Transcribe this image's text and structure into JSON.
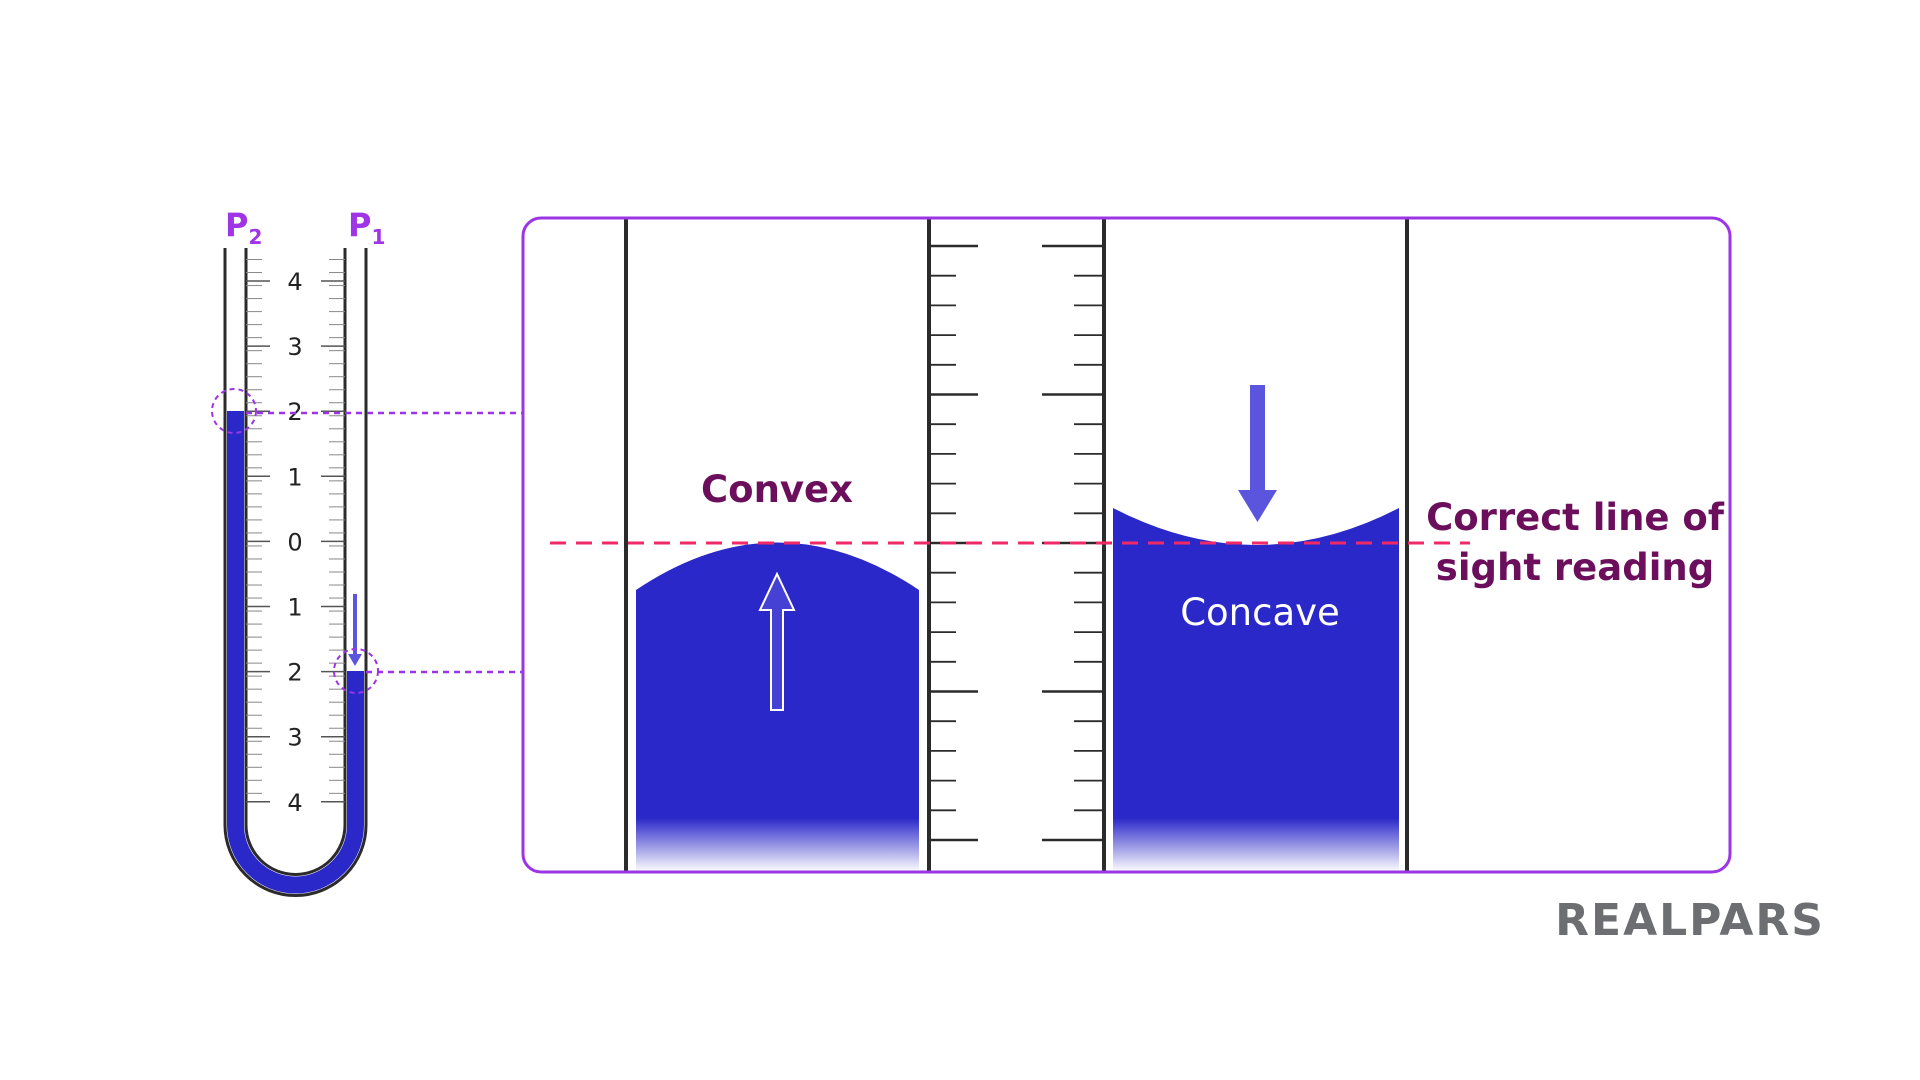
{
  "manometer": {
    "label_left_main": "P",
    "label_left_sub": "2",
    "label_right_main": "P",
    "label_right_sub": "1",
    "scale_labels": [
      "4",
      "3",
      "2",
      "1",
      "0",
      "1",
      "2",
      "3",
      "4"
    ],
    "left_column_level": 2,
    "right_column_level": -2
  },
  "detail": {
    "convex_label": "Convex",
    "concave_label": "Concave",
    "sight_label_line1": "Correct line of",
    "sight_label_line2": "sight reading"
  },
  "logo": {
    "text": "REALPARS"
  },
  "colors": {
    "fluid": "#2b28c9",
    "frame": "#9b35e6",
    "sight_line": "#ef2a67",
    "label_text": "#6b0f5c",
    "logo": "#6d6e71"
  }
}
